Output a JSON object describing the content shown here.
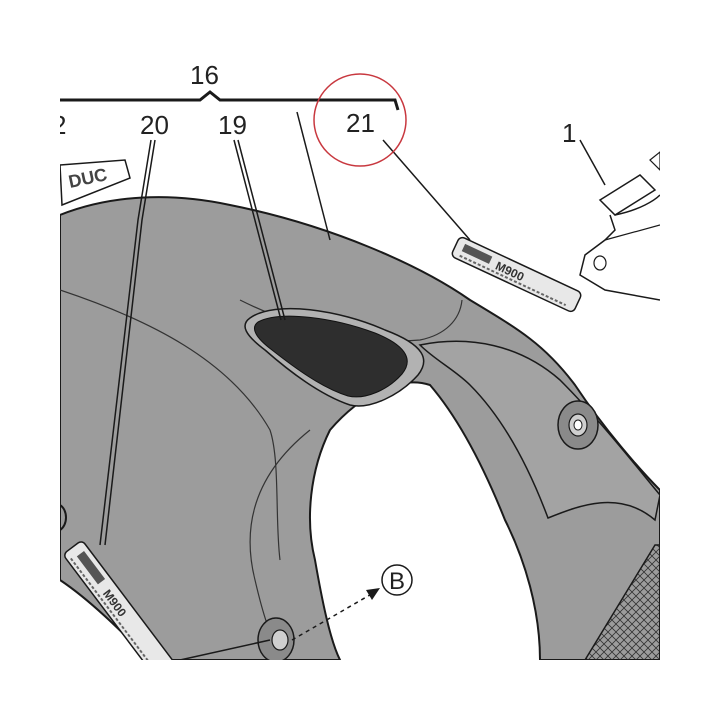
{
  "callouts": {
    "c16": "16",
    "c20": "20",
    "c19": "19",
    "c21": "21",
    "c1": "1",
    "c2_partial": "2",
    "cB": "B"
  },
  "decal_texts": {
    "logo_partial": "DUC",
    "decal_21_text": "M900",
    "decal_20_text": "M900"
  },
  "colors": {
    "panel": "#9c9c9c",
    "inner_panel": "#a8a8a8",
    "recess": "#2e2e2e",
    "highlight_circle": "#c8383f",
    "line": "#1a1a1a"
  }
}
